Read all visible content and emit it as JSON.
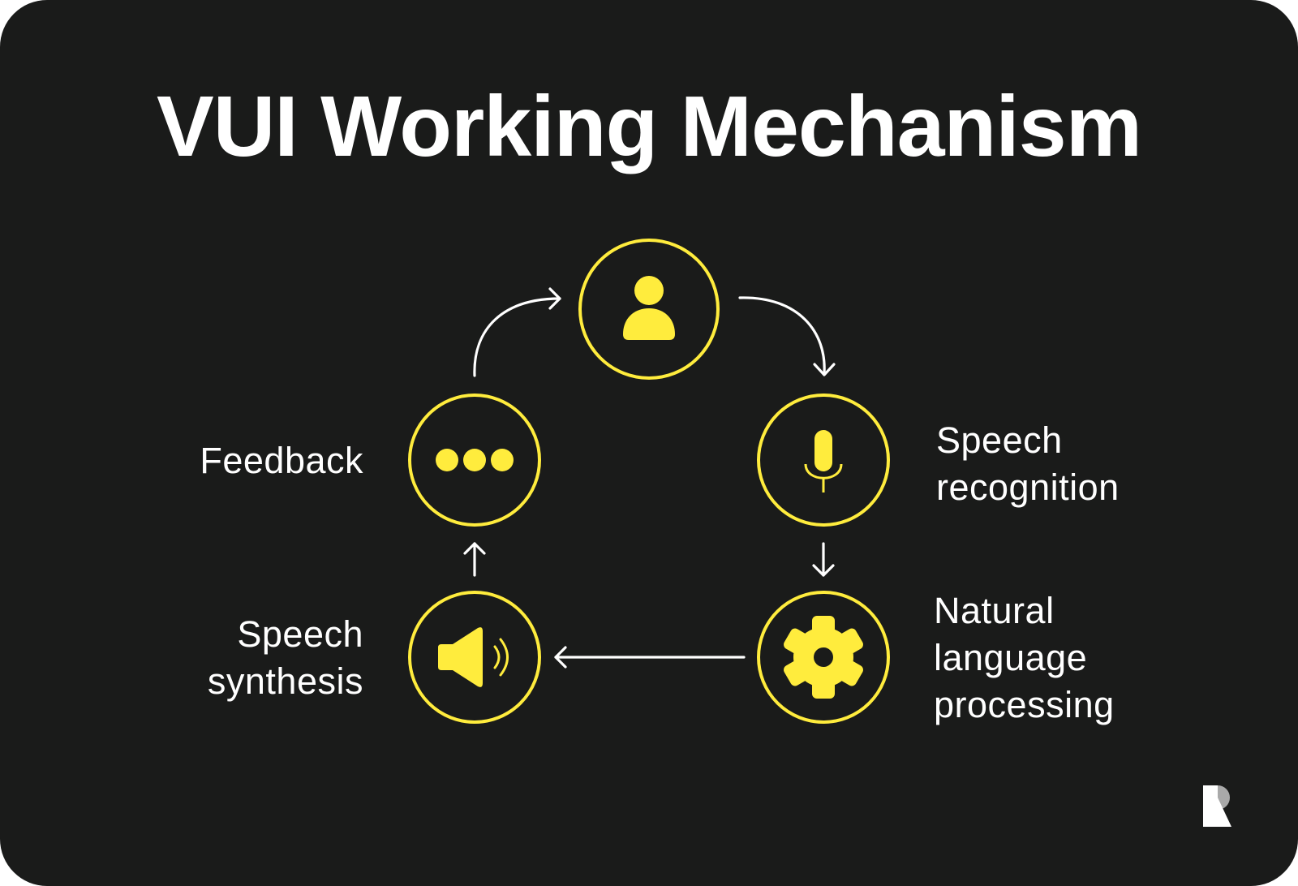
{
  "title": "VUI Working Mechanism",
  "colors": {
    "background": "#1a1b1a",
    "accent": "#ffec3d",
    "text": "#ffffff",
    "arrow": "#ffffff"
  },
  "nodes": [
    {
      "id": "user",
      "icon": "user-icon",
      "label_lines": []
    },
    {
      "id": "speech-recognition",
      "icon": "microphone-icon",
      "label_lines": [
        "Speech",
        "recognition"
      ]
    },
    {
      "id": "natural-language-processing",
      "icon": "gear-icon",
      "label_lines": [
        "Natural",
        "language",
        "processing"
      ]
    },
    {
      "id": "speech-synthesis",
      "icon": "speaker-icon",
      "label_lines": [
        "Speech",
        "synthesis"
      ]
    },
    {
      "id": "feedback",
      "icon": "more-dots-icon",
      "label_lines": [
        "Feedback"
      ]
    }
  ],
  "flow": [
    {
      "from": "user",
      "to": "speech-recognition"
    },
    {
      "from": "speech-recognition",
      "to": "natural-language-processing"
    },
    {
      "from": "natural-language-processing",
      "to": "speech-synthesis"
    },
    {
      "from": "speech-synthesis",
      "to": "feedback"
    },
    {
      "from": "feedback",
      "to": "user"
    }
  ],
  "logo": {
    "icon": "brand-logo-icon"
  }
}
